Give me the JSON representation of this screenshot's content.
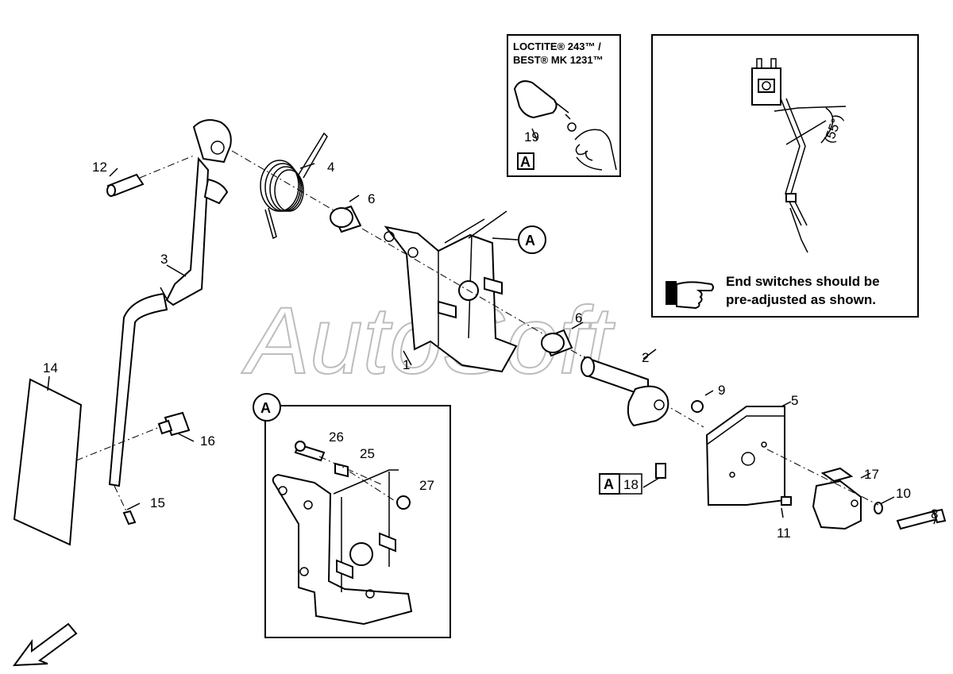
{
  "callouts": {
    "c1": "1",
    "c2": "2",
    "c3": "3",
    "c4": "4",
    "c5": "5",
    "c6a": "6",
    "c6b": "6",
    "c8": "8",
    "c9": "9",
    "c10": "10",
    "c11": "11",
    "c12": "12",
    "c14": "14",
    "c15": "15",
    "c16": "16",
    "c17": "17",
    "c18": "18",
    "c19": "19",
    "c25": "25",
    "c26": "26",
    "c27": "27"
  },
  "detail_ref": {
    "main": "A",
    "inset": "A",
    "loctite_box": "A",
    "part18_box": "A"
  },
  "loctite": {
    "line1": "LOCTITE® 243™ /",
    "line2": "BEST® MK 1231™"
  },
  "end_switch_note": {
    "line1": "End switches should be",
    "line2": "pre-adjusted as shown.",
    "angle": "(55°)"
  },
  "watermark": "AutoSoft"
}
